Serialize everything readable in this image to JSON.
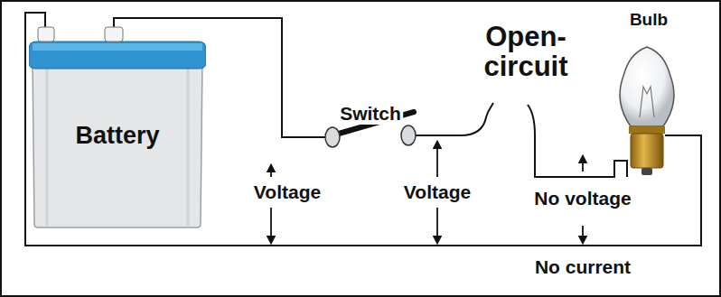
{
  "diagram": {
    "nodes": [
      {
        "text": [
          "Battery"
        ]
      }
    ],
    "labels": [
      "Switch",
      "Open- circuit",
      "Bulb",
      "Voltage",
      "Voltage",
      "No voltage",
      "No current"
    ]
  }
}
